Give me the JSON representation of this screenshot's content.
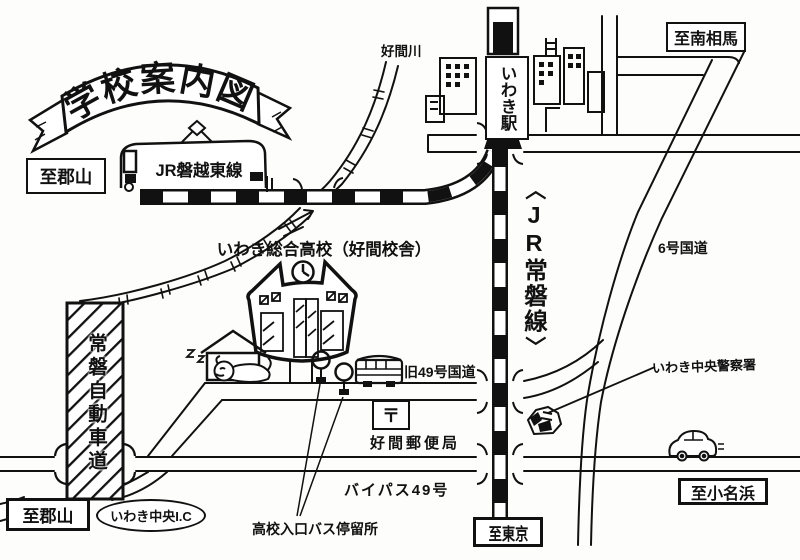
{
  "map": {
    "title": "学校案内図",
    "destinations": {
      "koriyama_top": "至郡山",
      "minamisoma": "至南相馬",
      "koriyama_bottom": "至郡山",
      "onahama": "至小名浜",
      "tokyo": "至東京"
    },
    "railways": {
      "banetsu_east_line": "JR磐越東線",
      "joban_line_open": "〈",
      "joban_line_name": "JR常磐線",
      "joban_line_close": "〉",
      "iwaki_station": "いわき駅"
    },
    "roads": {
      "expressway": "常磐自動車道",
      "route6": "6号国道",
      "old_route49": "旧49号国道",
      "bypass49": "バイパス49号",
      "iwaki_chuo_ic": "いわき中央I.C"
    },
    "landmarks": {
      "school": "いわき総合高校（好間校舎）",
      "river": "好間川",
      "post_office": "好間郵便局",
      "post_office_mark": "〒",
      "police_station": "いわき中央警察署",
      "bus_stop": "高校入口バス停留所"
    },
    "colors": {
      "ink": "#111111",
      "paper": "#ffffff"
    }
  }
}
